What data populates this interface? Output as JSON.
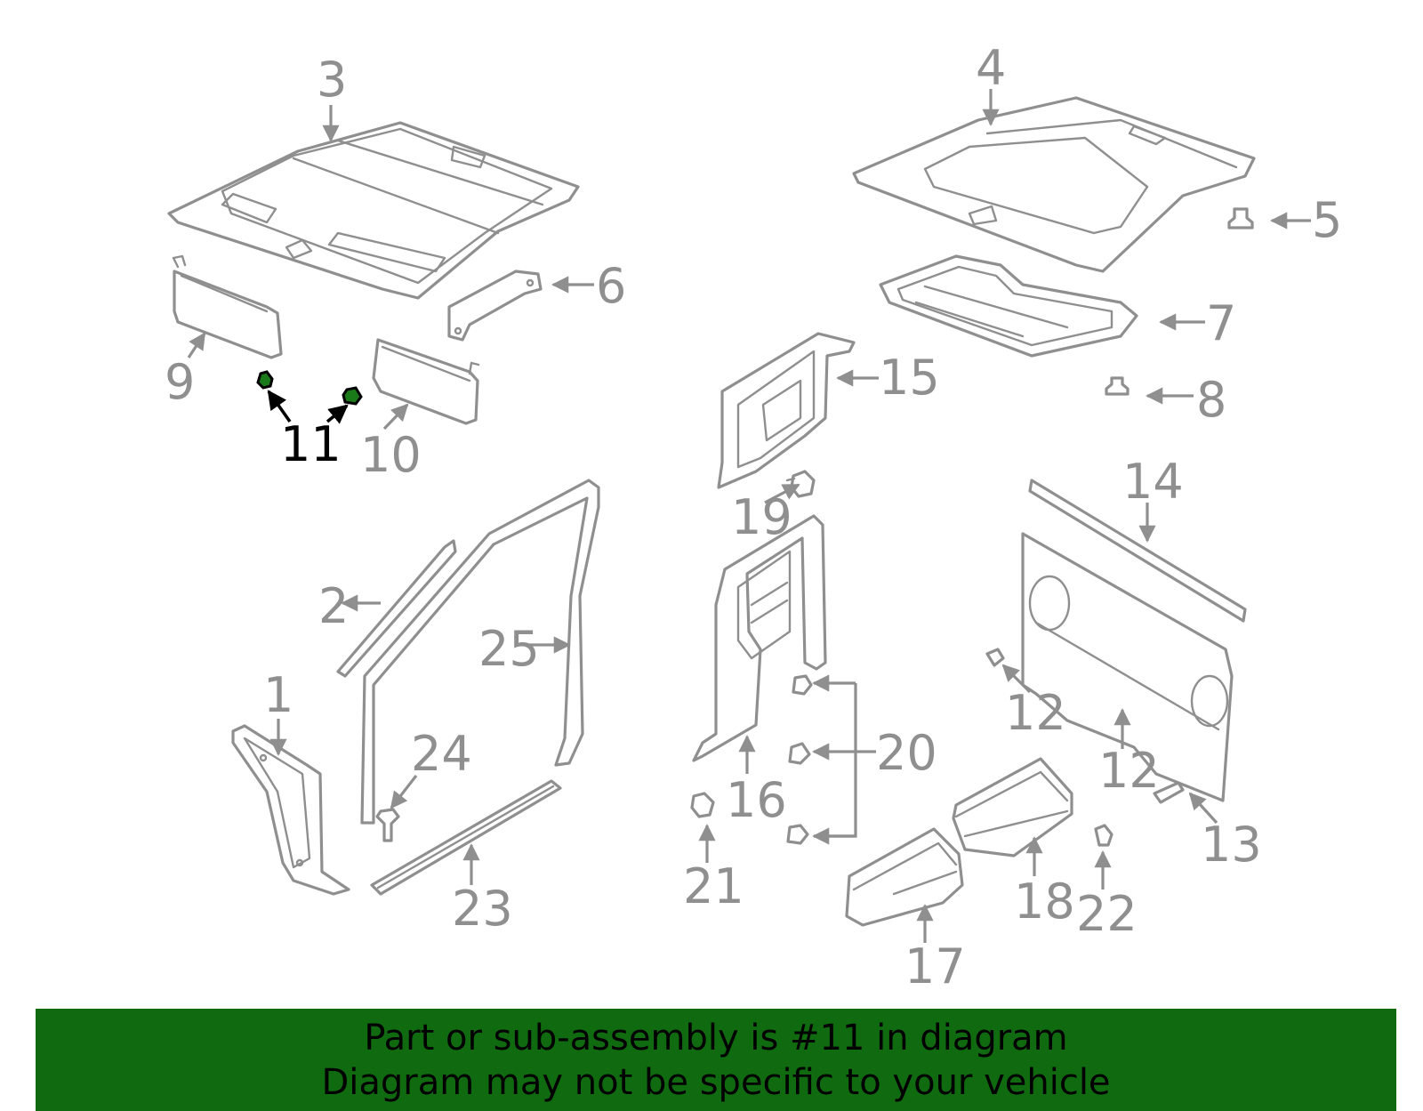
{
  "banner": {
    "line1": "Part or sub-assembly is #11 in diagram",
    "line2": "Diagram may not be specific to your vehicle",
    "background_color": "#106b10",
    "text_color": "#000000"
  },
  "highlight": {
    "part_number": "11",
    "part_color": "#1a7a1a"
  },
  "callouts": {
    "c1": "1",
    "c2": "2",
    "c3": "3",
    "c4": "4",
    "c5": "5",
    "c6": "6",
    "c7": "7",
    "c8": "8",
    "c9": "9",
    "c10": "10",
    "c11": "11",
    "c12a": "12",
    "c12b": "12",
    "c13": "13",
    "c14": "14",
    "c15": "15",
    "c16": "16",
    "c17": "17",
    "c18": "18",
    "c19": "19",
    "c20": "20",
    "c21": "21",
    "c22": "22",
    "c23": "23",
    "c24": "24",
    "c25": "25"
  }
}
